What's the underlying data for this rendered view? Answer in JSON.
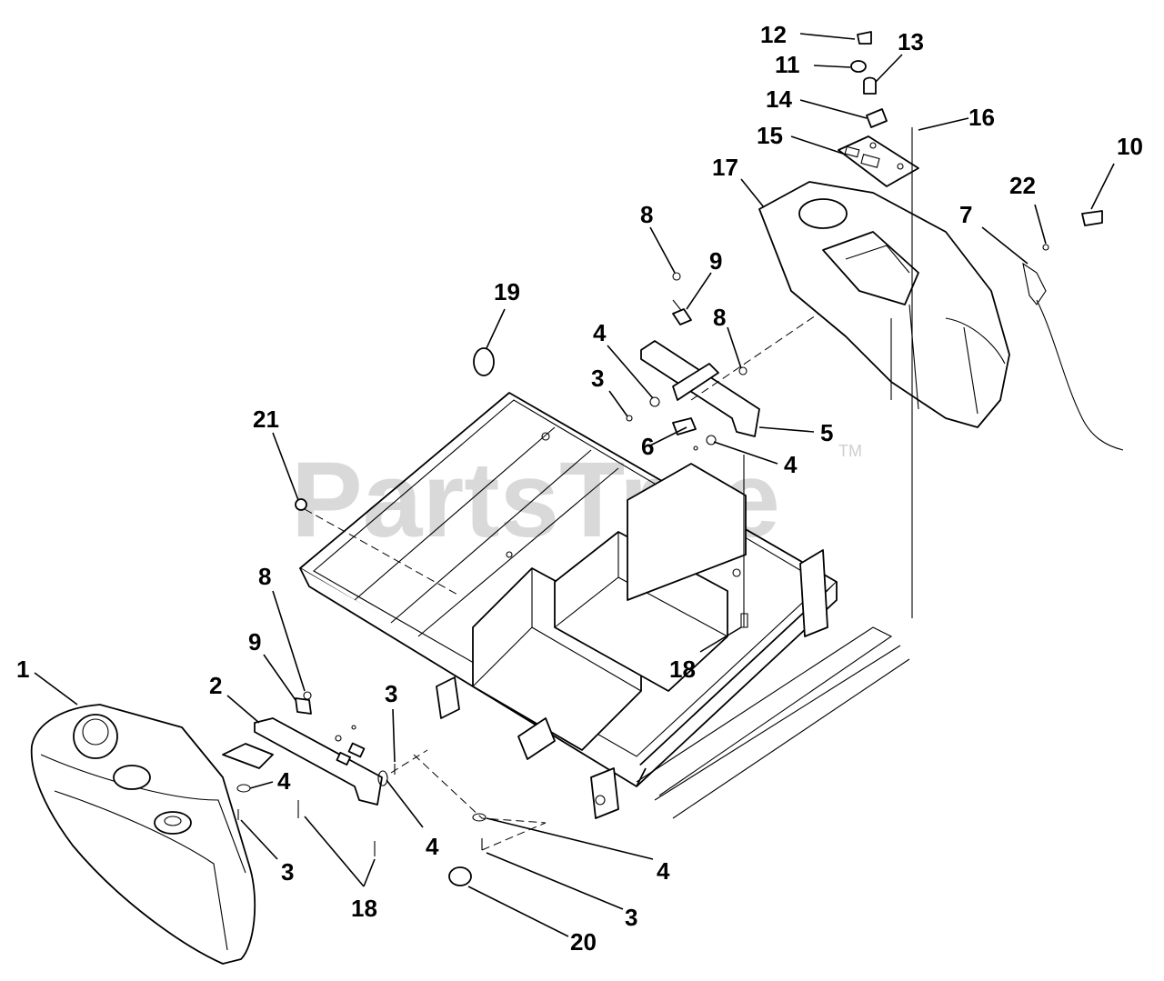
{
  "watermark": {
    "text": "PartsTree",
    "trademark": "TM"
  },
  "callouts": {
    "c1": "1",
    "c2": "2",
    "c3a": "3",
    "c3b": "3",
    "c3c": "3",
    "c3d": "3",
    "c4a": "4",
    "c4b": "4",
    "c4c": "4",
    "c4d": "4",
    "c4e": "4",
    "c5": "5",
    "c6": "6",
    "c7": "7",
    "c8a": "8",
    "c8b": "8",
    "c8c": "8",
    "c9a": "9",
    "c9b": "9",
    "c10": "10",
    "c11": "11",
    "c12": "12",
    "c13": "13",
    "c14": "14",
    "c15": "15",
    "c16": "16",
    "c17": "17",
    "c18a": "18",
    "c18b": "18",
    "c19": "19",
    "c20": "20",
    "c21": "21",
    "c22": "22"
  }
}
